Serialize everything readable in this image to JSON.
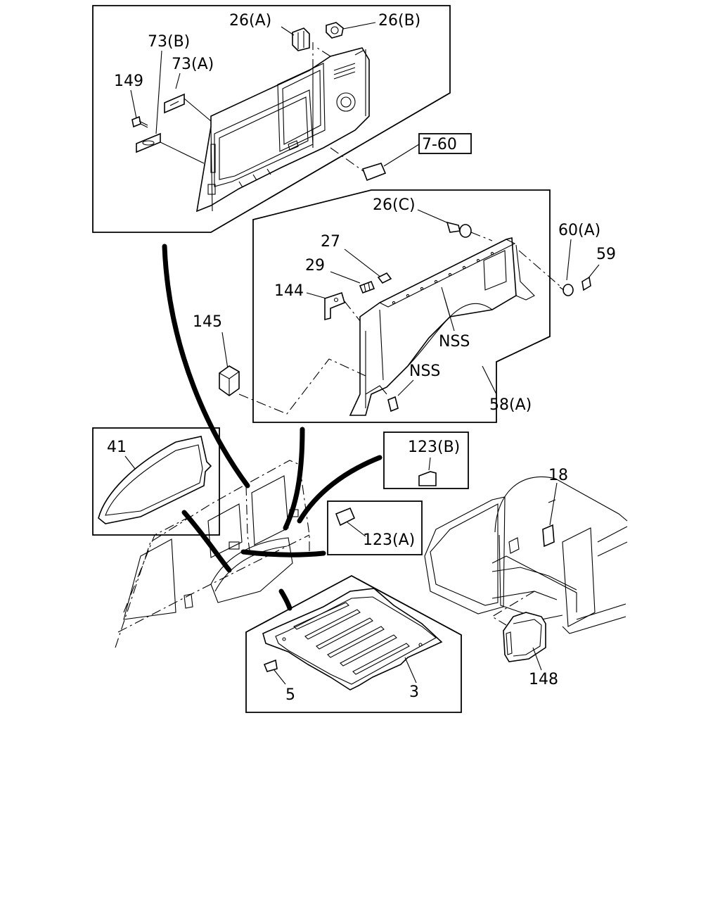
{
  "reference_box": "7-60",
  "callouts": {
    "c26a": "26(A)",
    "c26b": "26(B)",
    "c73b": "73(B)",
    "c73a": "73(A)",
    "c149": "149",
    "c26c": "26(C)",
    "c60a": "60(A)",
    "c59": "59",
    "c27": "27",
    "c29": "29",
    "c144": "144",
    "c145": "145",
    "nss1": "NSS",
    "nss2": "NSS",
    "c58a": "58(A)",
    "c41": "41",
    "c123b": "123(B)",
    "c123a": "123(A)",
    "c18": "18",
    "c148": "148",
    "c5": "5",
    "c3": "3"
  }
}
